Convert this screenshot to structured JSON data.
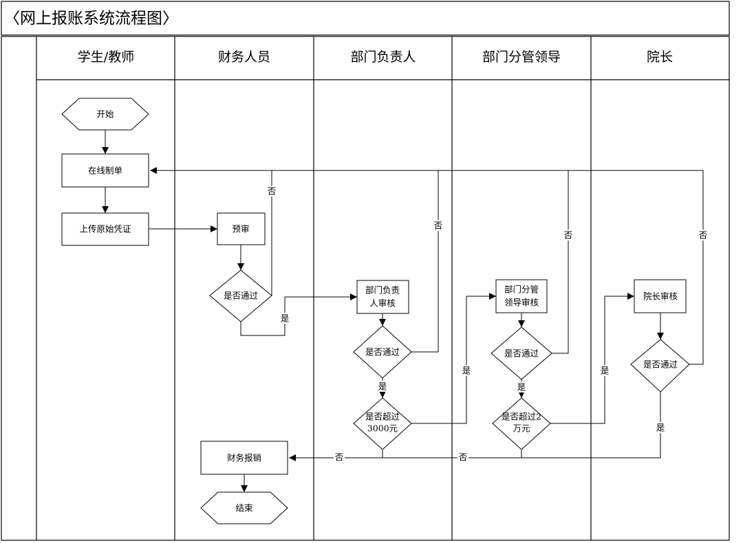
{
  "title": "〈网上报账系统流程图〉",
  "lanes": [
    "学生/教师",
    "财务人员",
    "部门负责人",
    "部门分管领导",
    "院长"
  ],
  "nodes": {
    "start": "开始",
    "online_form": "在线制单",
    "upload": "上传原始凭证",
    "pre_review": "预审",
    "pass1": "是否通过",
    "dept_review": [
      "部门负责",
      "人审核"
    ],
    "pass2": "是否通过",
    "over3000": [
      "是否超过",
      "3000元"
    ],
    "vp_review": [
      "部门分管",
      "领导审核"
    ],
    "pass3": "是否通过",
    "over20k": [
      "是否超过2",
      "万元"
    ],
    "dean_review": "院长审核",
    "pass4": "是否通过",
    "finance": "财务报销",
    "end": "结束"
  },
  "edge_labels": {
    "no": "否",
    "yes": "是"
  }
}
